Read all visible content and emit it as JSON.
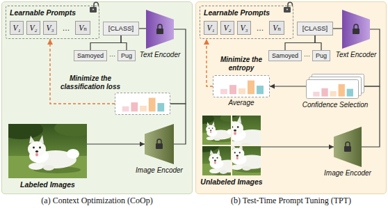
{
  "diagram": {
    "nodes": [
      {
        "text": [
          "(a) Context Optimization (CoOp)"
        ]
      },
      {
        "text": [
          "Learnable Prompts"
        ],
        "in": 0
      },
      {
        "text": [
          "V₁"
        ],
        "in": 1
      },
      {
        "text": [
          "V₂"
        ],
        "in": 1
      },
      {
        "text": [
          "V₃"
        ],
        "in": 1
      },
      {
        "text": [
          "Vₙ"
        ],
        "in": 1
      },
      {
        "text": [
          "[CLASS]"
        ],
        "in": 0
      },
      {
        "text": [
          "Text Encoder"
        ],
        "in": 0
      },
      {
        "text": [
          "Samoyed"
        ],
        "in": 0
      },
      {
        "text": [
          "Pug"
        ],
        "in": 0
      },
      {
        "text": [
          "Minimize the classification loss"
        ],
        "in": 0
      },
      {
        "text": [
          "Labeled Images"
        ],
        "in": 0
      },
      {
        "text": [
          "Image Encoder"
        ],
        "in": 0
      },
      {
        "text": [
          "(b) Test-Time Prompt Tuning (TPT)"
        ]
      },
      {
        "text": [
          "Learnable Prompts"
        ],
        "in": 13
      },
      {
        "text": [
          "V₁"
        ],
        "in": 14
      },
      {
        "text": [
          "V₂"
        ],
        "in": 14
      },
      {
        "text": [
          "V₃"
        ],
        "in": 14
      },
      {
        "text": [
          "Vₙ"
        ],
        "in": 14
      },
      {
        "text": [
          "[CLASS]"
        ],
        "in": 13
      },
      {
        "text": [
          "Text Encoder"
        ],
        "in": 13
      },
      {
        "text": [
          "Samoyed"
        ],
        "in": 13
      },
      {
        "text": [
          "Pug"
        ],
        "in": 13
      },
      {
        "text": [
          "Minimize the entropy",
          "Average"
        ],
        "in": 13
      },
      {
        "text": [
          "Confidence Selection"
        ],
        "in": 13
      },
      {
        "text": [
          "Unlabeled Images"
        ],
        "in": 13
      },
      {
        "text": [
          "Image Encoder"
        ],
        "in": 13
      }
    ],
    "edges": [
      {
        "from": 6,
        "to": 7,
        "arrow": "none"
      },
      {
        "from": 8,
        "to": 6,
        "arrow": "none"
      },
      {
        "from": 9,
        "to": 6,
        "arrow": "none"
      },
      {
        "from": 7,
        "to": 10,
        "arrow": "none"
      },
      {
        "from": 12,
        "to": 10,
        "arrow": "none"
      },
      {
        "from": 10,
        "to": 1,
        "arrow": "to"
      },
      {
        "from": 11,
        "to": 12,
        "arrow": "to"
      },
      {
        "from": 19,
        "to": 20,
        "arrow": "none"
      },
      {
        "from": 21,
        "to": 19,
        "arrow": "none"
      },
      {
        "from": 22,
        "to": 19,
        "arrow": "none"
      },
      {
        "from": 20,
        "to": 24,
        "arrow": "none"
      },
      {
        "from": 26,
        "to": 24,
        "arrow": "none"
      },
      {
        "from": 24,
        "to": 23,
        "arrow": "to"
      },
      {
        "from": 23,
        "to": 14,
        "arrow": "to"
      },
      {
        "from": 25,
        "to": 26,
        "arrow": "to"
      }
    ],
    "labels": [
      "…",
      "···",
      "…",
      "···"
    ]
  }
}
